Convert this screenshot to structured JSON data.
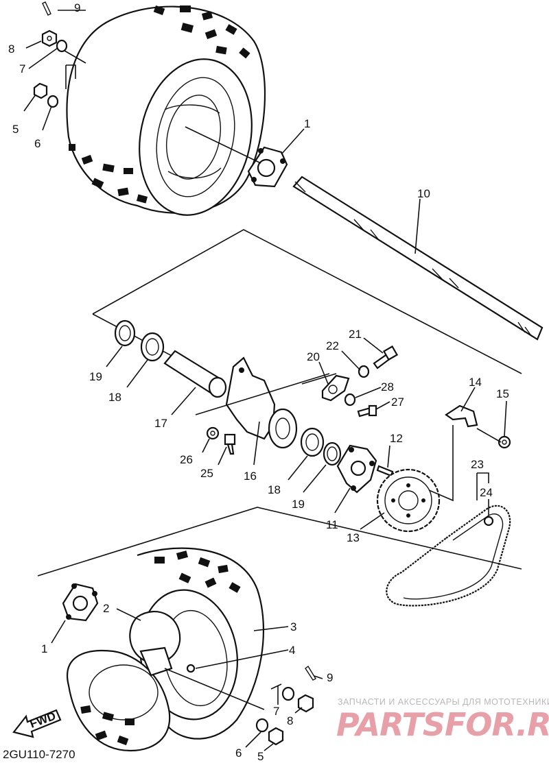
{
  "diagram_code": "2GU110-7270",
  "fwd_arrow": "FWD",
  "watermark": {
    "tagline": "ЗАПЧАСТИ И АКСЕССУАРЫ ДЛЯ МОТОТЕХНИКИ",
    "logo": "PARTSFOR.RU"
  },
  "callouts": [
    "1",
    "2",
    "3",
    "4",
    "5",
    "6",
    "7",
    "8",
    "9",
    "10",
    "11",
    "12",
    "13",
    "14",
    "15",
    "16",
    "17",
    "18",
    "19",
    "20",
    "21",
    "22",
    "23",
    "24",
    "25",
    "26",
    "27",
    "28"
  ]
}
